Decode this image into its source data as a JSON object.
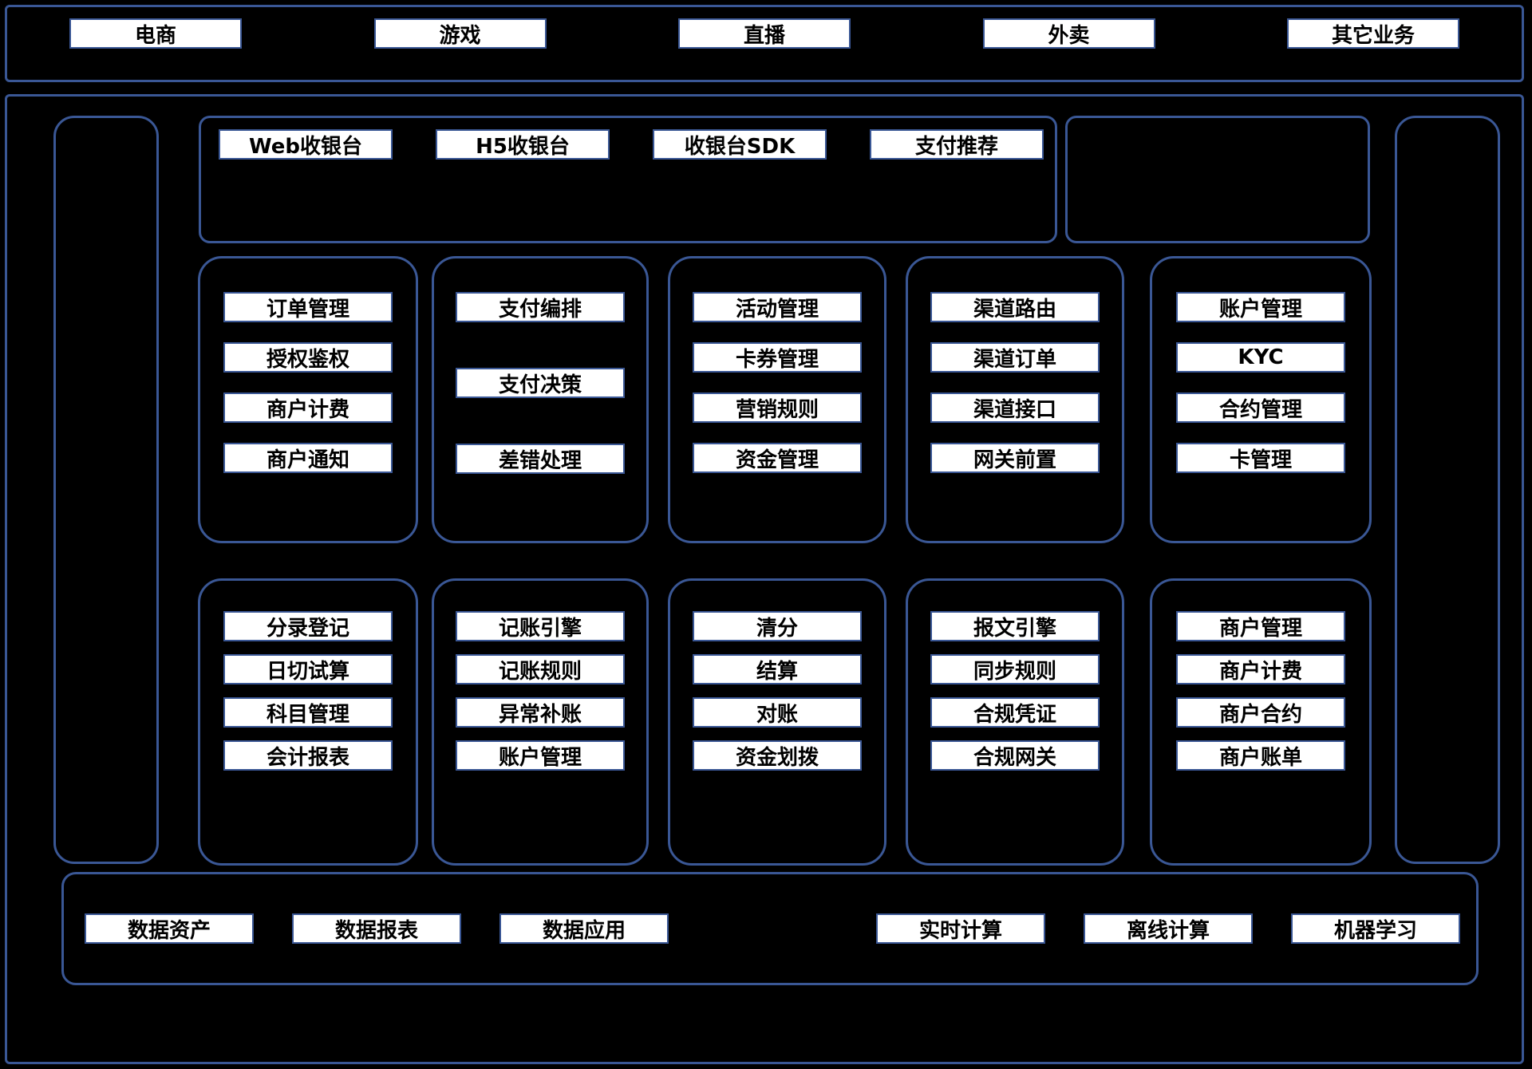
{
  "colors": {
    "background": "#000000",
    "border": "#3a5795",
    "box_background": "#ffffff",
    "box_text": "#000000"
  },
  "top_products": {
    "items": [
      "电商",
      "游戏",
      "直播",
      "外卖",
      "其它业务"
    ]
  },
  "access_layer": {
    "items": [
      "Web收银台",
      "H5收银台",
      "收银台SDK",
      "支付推荐"
    ]
  },
  "core_row": [
    {
      "items": [
        "订单管理",
        "授权鉴权",
        "商户计费",
        "商户通知"
      ]
    },
    {
      "items": [
        "支付编排",
        "支付决策",
        "差错处理"
      ]
    },
    {
      "items": [
        "活动管理",
        "卡券管理",
        "营销规则",
        "资金管理"
      ]
    },
    {
      "items": [
        "渠道路由",
        "渠道订单",
        "渠道接口",
        "网关前置"
      ]
    },
    {
      "items": [
        "账户管理",
        "KYC",
        "合约管理",
        "卡管理"
      ]
    }
  ],
  "support_row": [
    {
      "items": [
        "分录登记",
        "日切试算",
        "科目管理",
        "会计报表"
      ]
    },
    {
      "items": [
        "记账引擎",
        "记账规则",
        "异常补账",
        "账户管理"
      ]
    },
    {
      "items": [
        "清分",
        "结算",
        "对账",
        "资金划拨"
      ]
    },
    {
      "items": [
        "报文引擎",
        "同步规则",
        "合规凭证",
        "合规网关"
      ]
    },
    {
      "items": [
        "商户管理",
        "商户计费",
        "商户合约",
        "商户账单"
      ]
    }
  ],
  "data_layer": {
    "left_items": [
      "数据资产",
      "数据报表",
      "数据应用"
    ],
    "right_items": [
      "实时计算",
      "离线计算",
      "机器学习"
    ]
  }
}
